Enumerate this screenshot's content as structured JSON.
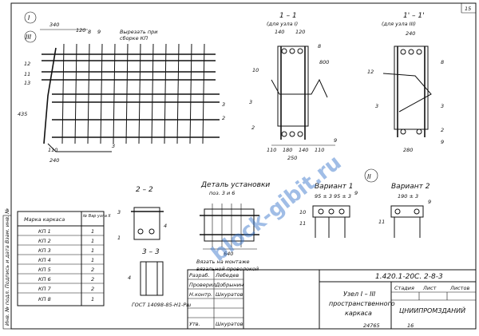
{
  "sheet_number": "15",
  "labels": {
    "node_i": "I",
    "node_iii": "III",
    "node_ii": "II",
    "cutout": "Вырезать при",
    "cutout2": "сборке КП",
    "section_1_1": "1 – 1",
    "section_1_1_sub": "(для узла I)",
    "section_1a_1a": "1' – 1'",
    "section_1a_1a_sub": "(для узла III)",
    "section_2_2": "2 – 2",
    "section_3_3": "3 – 3",
    "detail_title": "Деталь установки",
    "detail_sub": "поз. 3 и 6",
    "variant_1": "Вариант 1",
    "variant_2": "Вариант 2",
    "note_1": "Вязать на монтаже",
    "note_2": "вязальной проволокой",
    "gost": "ГОСТ 14098-85-Н1-Рш",
    "v1_dims": "95 ± 3   95 ± 3",
    "v2_dims": "190 ± 3"
  },
  "dims": {
    "d340": "340",
    "d120": "120",
    "d240": "240",
    "d140": "140",
    "d180": "180",
    "d110": "110",
    "d250": "250",
    "d280": "280",
    "d435": "435",
    "d800": "800",
    "d640": "640"
  },
  "table": {
    "header_col1": "Марка каркаса",
    "header_col2": "№ Вар узла II",
    "rows": [
      {
        "mark": "КП 1",
        "var": "1"
      },
      {
        "mark": "КП 2",
        "var": "1"
      },
      {
        "mark": "КП 3",
        "var": "1"
      },
      {
        "mark": "КП 4",
        "var": "1"
      },
      {
        "mark": "КП 5",
        "var": "2"
      },
      {
        "mark": "КП 6",
        "var": "2"
      },
      {
        "mark": "КП 7",
        "var": "2"
      },
      {
        "mark": "КП 8",
        "var": "1"
      }
    ]
  },
  "title_block": {
    "code": "1.420.1-20С. 2-8-3",
    "name_1": "Узел I – III",
    "name_2": "пространственного",
    "name_3": "каркаса",
    "col_stage": "Стадия",
    "col_sheet": "Лист",
    "col_sheets": "Листов",
    "org": "ЦНИИПРОМЗДАНИЙ",
    "sheet_no": "16",
    "archive": "24765",
    "roles": [
      "Разраб.",
      "Проверил",
      "Н.контр.",
      "Утв."
    ],
    "people": [
      "Лебедев",
      "Добрынин",
      "Шкуратов",
      "Шкуратов"
    ]
  },
  "side_stamp": "Инв. № подл.   Подпись и дата   Взам. инв. №",
  "watermark": "block-gibit.ru"
}
